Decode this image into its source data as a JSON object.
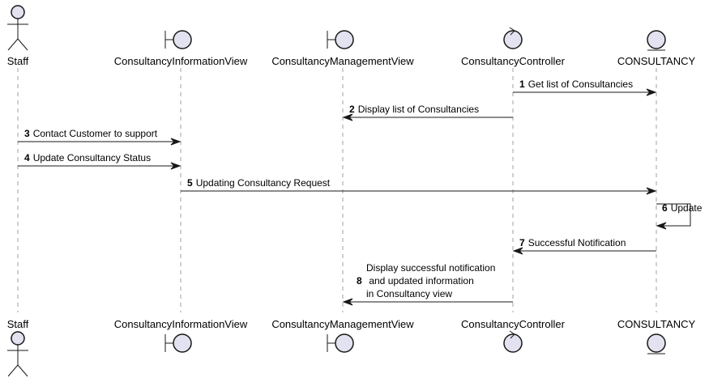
{
  "participants": [
    {
      "id": "staff",
      "type": "actor",
      "label": "Staff"
    },
    {
      "id": "info_view",
      "type": "boundary",
      "label": "ConsultancyInformationView"
    },
    {
      "id": "mgmt_view",
      "type": "boundary",
      "label": "ConsultancyManagementView"
    },
    {
      "id": "controller",
      "type": "control",
      "label": "ConsultancyController"
    },
    {
      "id": "consultancy",
      "type": "entity",
      "label": "CONSULTANCY"
    }
  ],
  "messages": [
    {
      "number": "1",
      "from": "controller",
      "to": "consultancy",
      "lines": [
        "Get list of Consultancies"
      ]
    },
    {
      "number": "2",
      "from": "controller",
      "to": "mgmt_view",
      "lines": [
        "Display list of Consultancies"
      ]
    },
    {
      "number": "3",
      "from": "staff",
      "to": "info_view",
      "lines": [
        "Contact Customer to support"
      ]
    },
    {
      "number": "4",
      "from": "staff",
      "to": "info_view",
      "lines": [
        "Update Consultancy Status"
      ]
    },
    {
      "number": "5",
      "from": "info_view",
      "to": "consultancy",
      "lines": [
        "Updating Consultancy Request"
      ]
    },
    {
      "number": "6",
      "from": "consultancy",
      "to": "consultancy",
      "lines": [
        "Update"
      ]
    },
    {
      "number": "7",
      "from": "consultancy",
      "to": "controller",
      "lines": [
        "Successful Notification"
      ]
    },
    {
      "number": "8",
      "from": "controller",
      "to": "mgmt_view",
      "lines": [
        "Display successful notification",
        " and updated information",
        "in Consultancy view"
      ]
    }
  ]
}
